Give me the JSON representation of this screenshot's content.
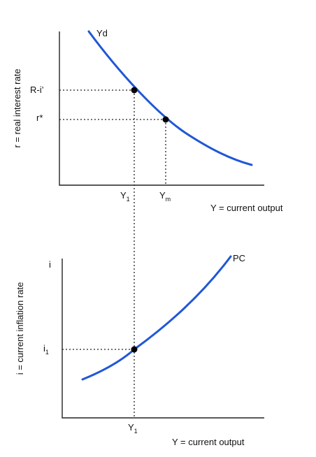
{
  "top_panel": {
    "y_axis_label": "r = real interest rate",
    "x_axis_label": "Y = current output",
    "curve_label": "Yd",
    "tick_r_high": "R-i’",
    "tick_r_star": "r*",
    "tick_y1_main": "Y",
    "tick_y1_sub": "1",
    "tick_ym_main": "Y",
    "tick_ym_sub": "m"
  },
  "bottom_panel": {
    "y_axis_label": "i = current inflation rate",
    "x_axis_label": "Y = current output",
    "curve_label": "PC",
    "tick_i": "i",
    "tick_i1_main": "i",
    "tick_i1_sub": "1",
    "tick_y1_main": "Y",
    "tick_y1_sub": "1"
  },
  "colors": {
    "curve": "#1f57d6",
    "axis": "#222222",
    "point": "#000000"
  }
}
